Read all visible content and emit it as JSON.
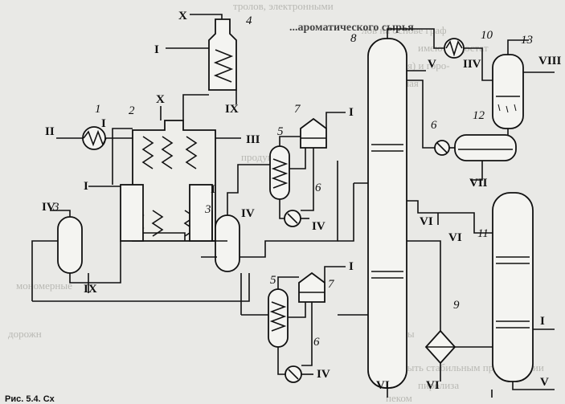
{
  "background_heading": "...ароматического сырья",
  "background_text": [
    "тролов, электронными",
    "лов на основе граф",
    "имеются достат",
    "ия) и горо-",
    "основная",
    "продуктов",
    "мономерные",
    "дорожн",
    "смолы",
    "быть стабильным при хранении",
    "пиролиза",
    "пеком"
  ],
  "caption": "Рис. 5.4. Сх",
  "unit_numbers": {
    "u1": "1",
    "u2": "2",
    "u3": "3",
    "u4": "4",
    "u5": "5",
    "u6": "6",
    "u7": "7",
    "u8": "8",
    "u9": "9",
    "u10": "10",
    "u11": "11",
    "u12": "12",
    "u13": "13"
  },
  "streams": {
    "I": "I",
    "II": "II",
    "III": "III",
    "IV": "IV",
    "V": "V",
    "VI": "VI",
    "VII": "VII",
    "VIII": "VIII",
    "IX": "IX",
    "X": "X",
    "IIV": "IIV"
  },
  "colors": {
    "line": "#111111",
    "paper": "#e9e9e6",
    "faint_text": "#b9b9b4"
  }
}
